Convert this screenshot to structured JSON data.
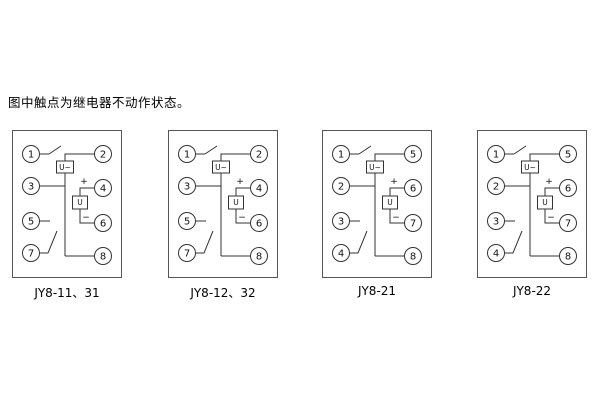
{
  "caption": "图中触点为继电器不动作状态。",
  "symbols": {
    "ac": "U~",
    "dc": "U",
    "plus": "+",
    "minus": "−"
  },
  "diagrams": [
    {
      "label": "JY8-11、31",
      "left": [
        "1",
        "3",
        "5",
        "7"
      ],
      "right": [
        "2",
        "4",
        "6",
        "8"
      ]
    },
    {
      "label": "JY8-12、32",
      "left": [
        "1",
        "3",
        "5",
        "7"
      ],
      "right": [
        "2",
        "4",
        "6",
        "8"
      ]
    },
    {
      "label": "JY8-21",
      "left": [
        "1",
        "2",
        "3",
        "4"
      ],
      "right": [
        "5",
        "6",
        "7",
        "8"
      ]
    },
    {
      "label": "JY8-22",
      "left": [
        "1",
        "2",
        "3",
        "4"
      ],
      "right": [
        "5",
        "6",
        "7",
        "8"
      ]
    }
  ]
}
